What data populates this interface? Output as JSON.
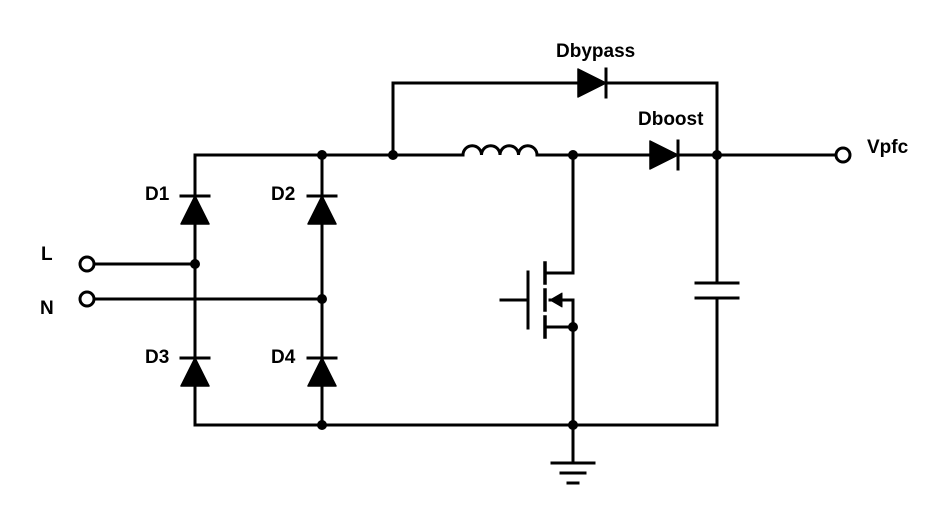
{
  "labels": {
    "bypass_diode": "Dbypass",
    "boost_diode": "Dboost",
    "output": "Vpfc",
    "d1": "D1",
    "d2": "D2",
    "d3": "D3",
    "d4": "D4",
    "line": "L",
    "neutral": "N"
  },
  "colors": {
    "wire": "#000000",
    "background": "#ffffff"
  }
}
